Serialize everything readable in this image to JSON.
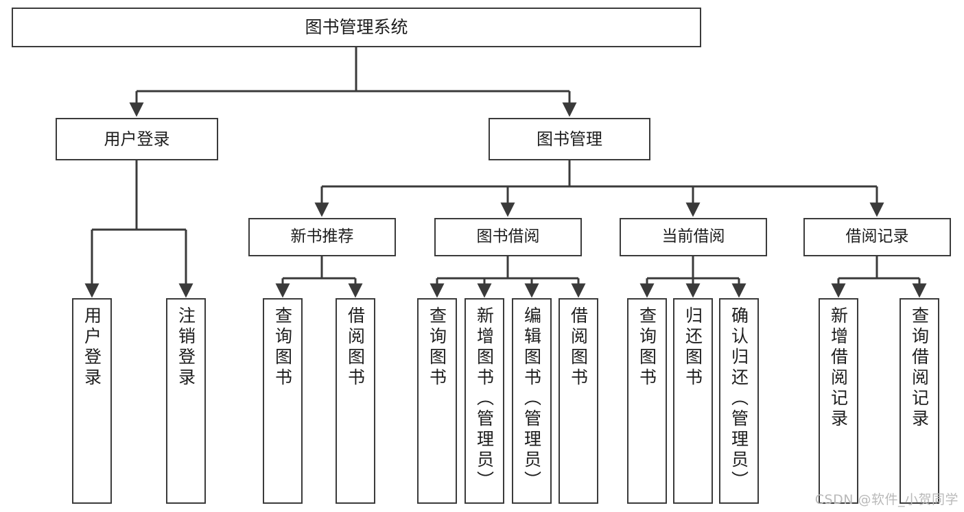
{
  "diagram": {
    "type": "tree",
    "title": "图书管理系统",
    "orientation": "top-down",
    "colors": {
      "node_border": "#3a3a3a",
      "node_fill": "#ffffff",
      "connector": "#3a3a3a",
      "text": "#1d1d1d",
      "watermark": "#b9b9b9",
      "background": "#ffffff"
    },
    "root": {
      "label": "图书管理系统"
    },
    "level2": [
      {
        "label": "用户登录"
      },
      {
        "label": "图书管理"
      }
    ],
    "level3": [
      {
        "label": "新书推荐"
      },
      {
        "label": "图书借阅"
      },
      {
        "label": "当前借阅"
      },
      {
        "label": "借阅记录"
      }
    ],
    "leaves": {
      "user_login": [
        {
          "label": "用户登录"
        },
        {
          "label": "注销登录"
        }
      ],
      "new_book_recommend": [
        {
          "label": "查询图书"
        },
        {
          "label": "借阅图书"
        }
      ],
      "book_borrow": [
        {
          "label": "查询图书"
        },
        {
          "label": "新增图书（管理员）"
        },
        {
          "label": "编辑图书（管理员）"
        },
        {
          "label": "借阅图书"
        }
      ],
      "current_borrow": [
        {
          "label": "查询图书"
        },
        {
          "label": "归还图书"
        },
        {
          "label": "确认归还（管理员）"
        }
      ],
      "borrow_record": [
        {
          "label": "新增借阅记录"
        },
        {
          "label": "查询借阅记录"
        }
      ]
    }
  },
  "watermark": {
    "text": "CSDN @软件_小贺同学"
  }
}
